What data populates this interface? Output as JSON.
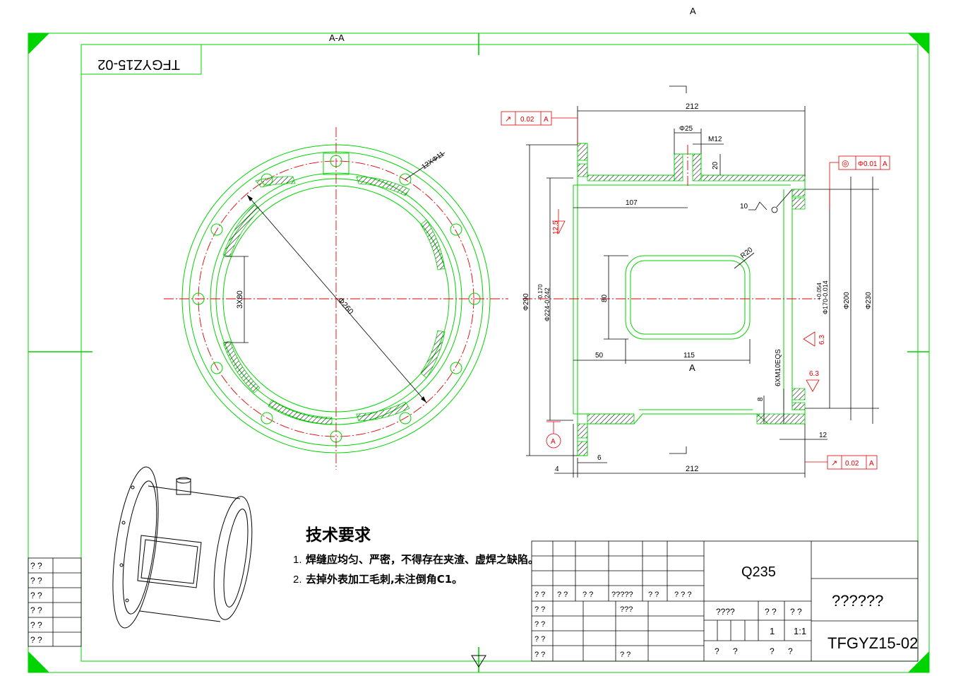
{
  "top_marks": {
    "view_a": "A",
    "section_aa": "A-A",
    "mirror_code": "TFGYZ15-02"
  },
  "front_view": {
    "holes_label": "12XΦ11",
    "diameter_label": "Φ260",
    "slots_label": "3X80"
  },
  "section": {
    "dims": {
      "len_top": "212",
      "phi25": "Φ25",
      "m12": "M12",
      "d20": "20",
      "d107": "107",
      "weld10": "10",
      "r20": "R20",
      "d80": "80",
      "d50": "50",
      "d115": "115",
      "d8": "8",
      "d12": "12",
      "d6": "6",
      "d4": "4",
      "len_bottom": "212",
      "phi290": "Φ290",
      "phi224": "Φ224-0.242",
      "phi224_tol": "-0.170",
      "phi170": "Φ170-0.014",
      "phi170_tol": "+0.054",
      "phi200": "Φ200",
      "phi230": "Φ230",
      "thread": "6XM10EQS",
      "view_a": "A",
      "datum_a": "A"
    },
    "roughness": {
      "r125": "12.5",
      "r63_a": "6.3",
      "r63_b": "6.3"
    },
    "gdt": [
      {
        "symbol": "↗",
        "value": "0.02",
        "datum": "A"
      },
      {
        "symbol": "◎",
        "value": "Φ0.01",
        "datum": "A"
      },
      {
        "symbol": "↗",
        "value": "0.02",
        "datum": "A"
      }
    ]
  },
  "tech_requirements": {
    "title": "技术要求",
    "items": [
      {
        "num": "1.",
        "text": "焊缝应均匀、严密，不得存在夹渣、虚焊之缺陷。"
      },
      {
        "num": "2.",
        "text": "去掉外表加工毛刺,未注倒角C1。"
      }
    ]
  },
  "left_table": {
    "rows": [
      "? ?",
      "? ?",
      "? ?",
      "? ?",
      "? ?",
      "? ?"
    ]
  },
  "title_block": {
    "material": "Q235",
    "part_name": "??????",
    "drawing_no": "TFGYZ15-02",
    "header_row": [
      "? ?",
      "? ?",
      "? ?",
      "?????",
      "? ?",
      "? ? ?"
    ],
    "sign_rows": [
      "? ?",
      "? ?",
      "? ?",
      "? ?"
    ],
    "sign_row1_mid": "???",
    "sign_row4_mid": "? ?",
    "stage_header": [
      "????",
      "? ?",
      "? ?"
    ],
    "qty": "1",
    "scale": "1:1",
    "bottom": [
      "?",
      "?",
      "?",
      "?"
    ]
  },
  "colors": {
    "frame": "#00d400",
    "dimension": "#e00000",
    "line": "#000000"
  }
}
